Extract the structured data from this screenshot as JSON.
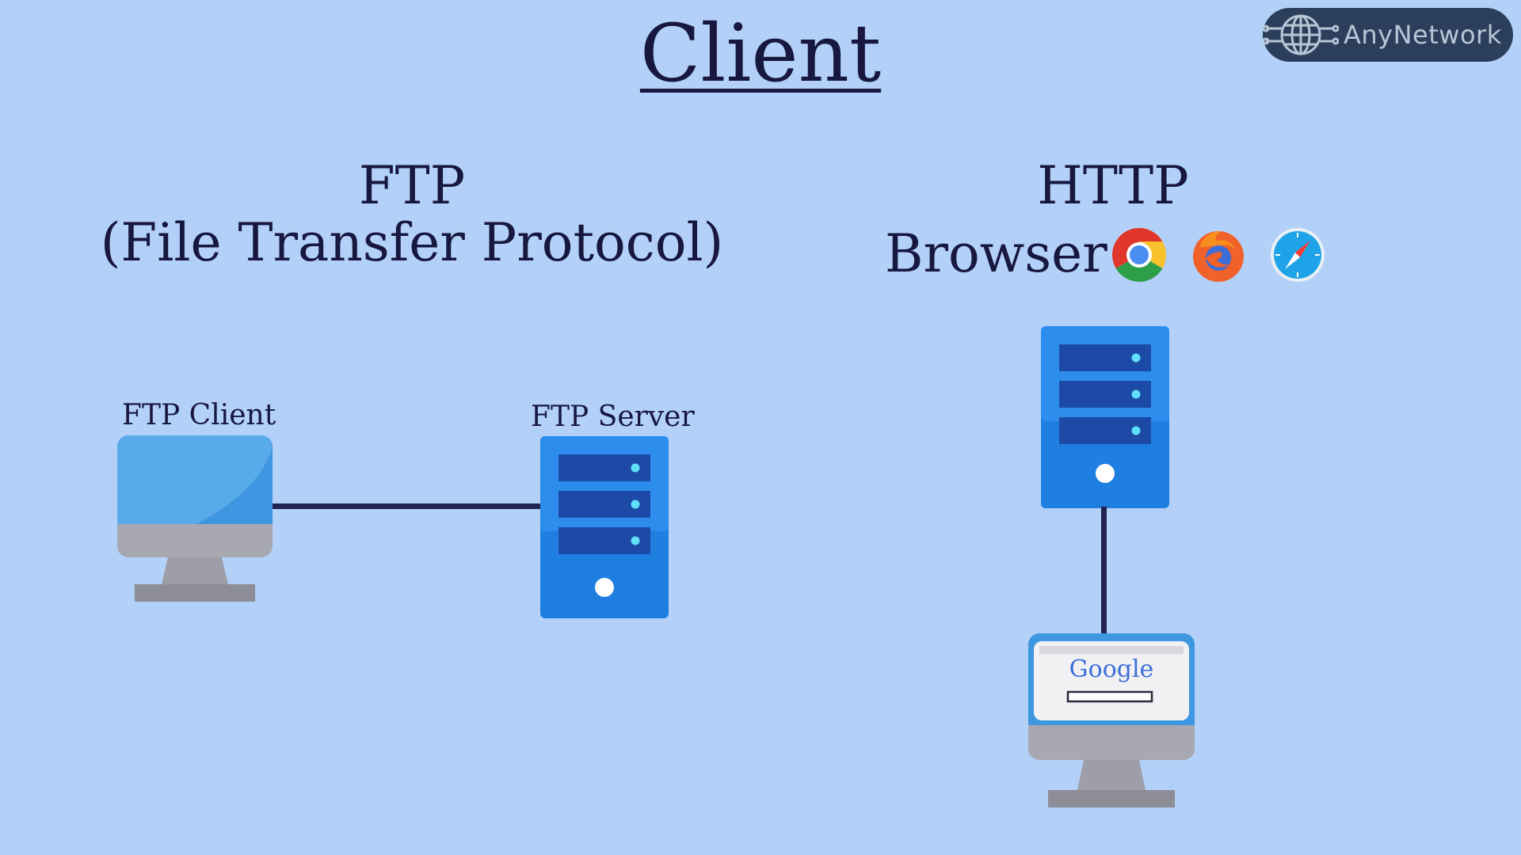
{
  "title": "Client",
  "logo": {
    "text": "AnyNetwork",
    "icon": "globe-network-icon"
  },
  "ftp": {
    "heading": "FTP",
    "subheading": "(File Transfer Protocol)",
    "client_label": "FTP Client",
    "server_label": "FTP Server"
  },
  "http": {
    "heading": "HTTP",
    "browser_label": "Browser",
    "browser_icons": [
      "chrome-icon",
      "firefox-icon",
      "safari-icon"
    ],
    "search_page_logo": "Google"
  },
  "colors": {
    "background": "#b3d1f8",
    "text": "#17173f",
    "connector": "#202350",
    "server_blue": "#1f7fe0",
    "logo_bg": "#2b3f5c"
  }
}
